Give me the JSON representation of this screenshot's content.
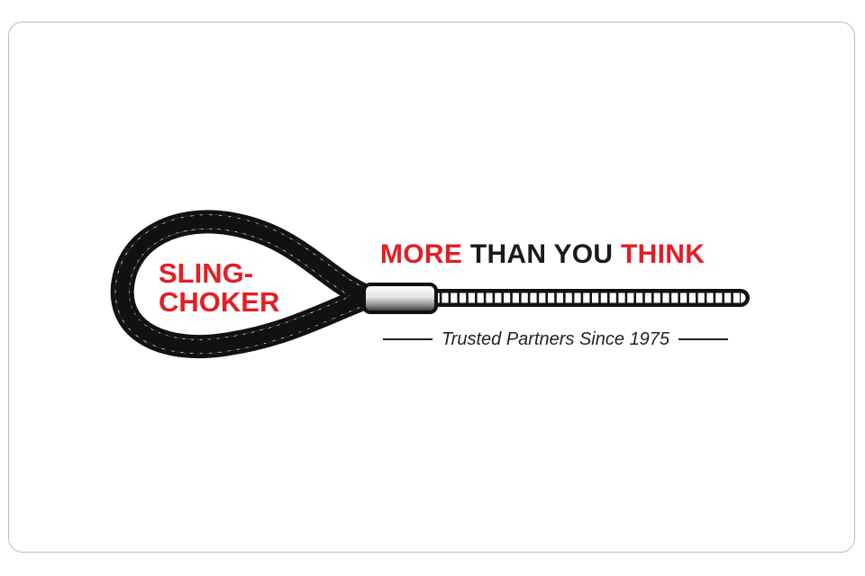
{
  "logo": {
    "brand_line_1": "SLING-",
    "brand_line_2": "CHOKER",
    "headline_part_1": "MORE",
    "headline_part_2": "THAN YOU",
    "headline_part_3": "THINK",
    "tagline_prefix": "Trusted Partners Since",
    "tagline_year": "1975"
  },
  "colors": {
    "accent_red": "#e31e24",
    "text_black": "#1a1a1a",
    "border_gray": "#bdbdbd"
  },
  "icons": {
    "rope": "wire-rope-sling-icon",
    "ferrule": "ferrule-sleeve-icon"
  }
}
